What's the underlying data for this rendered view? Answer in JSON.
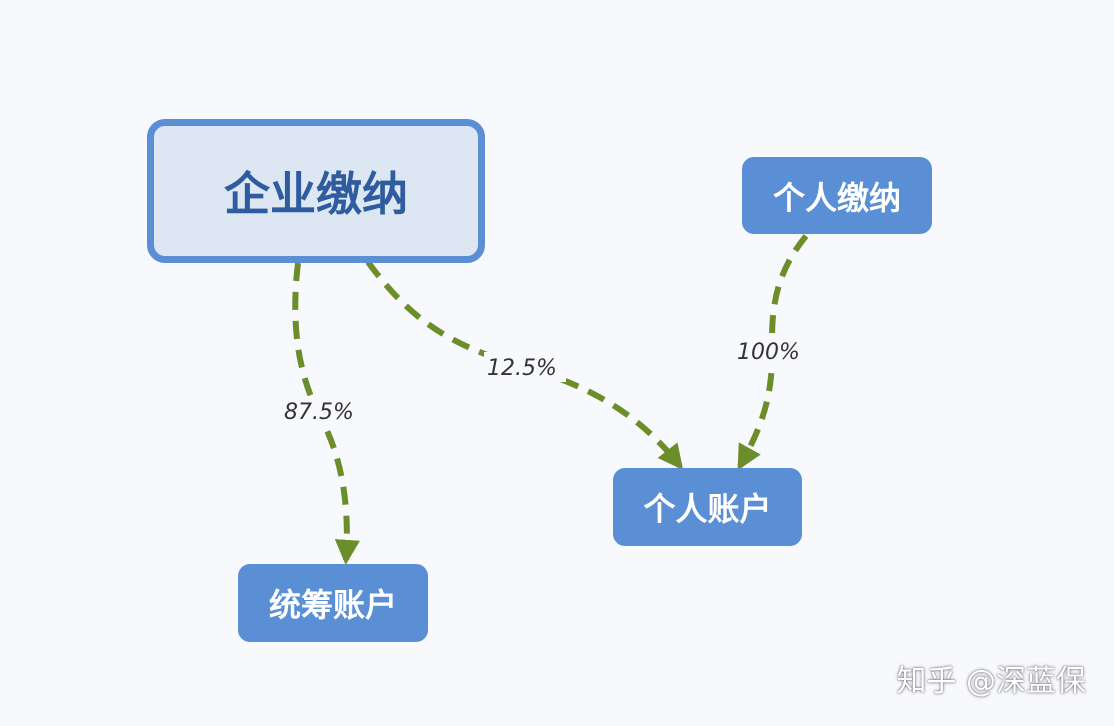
{
  "nodes": {
    "enterprise_pay": "企业缴纳",
    "personal_pay": "个人缴纳",
    "personal_account": "个人账户",
    "pooled_account": "统筹账户"
  },
  "edges": {
    "enterprise_to_pooled": "87.5%",
    "enterprise_to_personal": "12.5%",
    "personal_to_personal_account": "100%"
  },
  "watermark": "知乎 @深蓝保",
  "colors": {
    "node_fill": "#5a8fd6",
    "main_node_fill": "#dde6f3",
    "main_node_text": "#2e5c9e",
    "edge": "#6b8e2a",
    "background": "#f8f9fd"
  }
}
